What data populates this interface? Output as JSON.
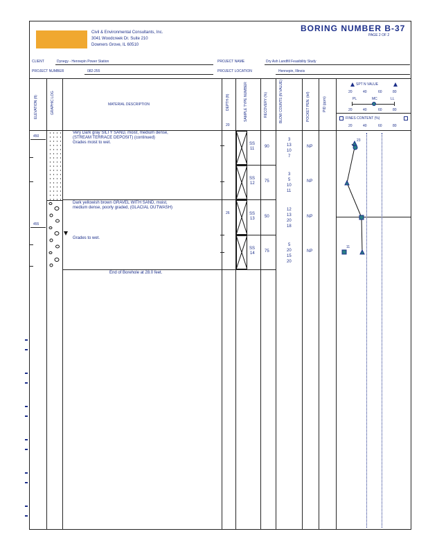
{
  "company": {
    "name_line": "Civil  &  Environmental  Consultants,  Inc.",
    "address_line1": "3041  Woodcreek  Dr.  Suite  210",
    "address_line2": "Downers  Grove,  IL  60510"
  },
  "title": "BORING   NUMBER   B-37",
  "page": "PAGE   2   OF   2",
  "client_label": "CLIENT",
  "client_value": "Dynegy  -  Hennepin  Power  Station",
  "project_number_label": "PROJECT   NUMBER",
  "project_number_value": "082-255",
  "project_name_label": "PROJECT   NAME",
  "project_name_value": "Dry  Ash  Landfill  Feasibility  Study",
  "project_location_label": "PROJECT   LOCATION",
  "project_location_value": "Hennepin,  Illinois",
  "columns": {
    "elevation": "ELEVATION (ft)",
    "graphic_log": "GRAPHIC LOG",
    "material": "MATERIAL   DESCRIPTION",
    "depth": "DEPTH (ft)",
    "sample": "SAMPLE TYPE NUMBER",
    "recovery": "RECOVERY (%)",
    "blow": "BLOW COUNTS (N VALUE)",
    "pocket": "POCKET PEN. (tsf)",
    "pid": "PID (ppm)"
  },
  "legend": {
    "spt": "SPT  N  VALUE",
    "spt_ticks": [
      "20",
      "40",
      "60",
      "80"
    ],
    "pl": "PL",
    "mc": "MC",
    "ll": "LL",
    "atterberg_ticks": [
      "20",
      "40",
      "60",
      "80"
    ],
    "fines": "FINES  CONTENT  (%)",
    "fines_ticks": [
      "20",
      "40",
      "60",
      "80"
    ]
  },
  "depth_start": "20",
  "elevations": [
    "450",
    "455"
  ],
  "depth_marker": "26",
  "descriptions": [
    "Very  Dark  gray  SILTY  SAND,  moist,  medium  dense,",
    "(STREAM  TERRACE  DEPOSIT)  (continued)",
    "Grades  moist  to  wet.",
    "Dark  yellowish  brown  GRAVEL  WITH  SAND,  moist,",
    "medium  dense,  poorly  graded,  (GLACIAL  OUTWASH)",
    "Grades  to  wet.",
    "End  of  Borehole  at  28.0  feet."
  ],
  "samples": [
    {
      "type": "SS",
      "number": "11",
      "recovery": "90",
      "blows": [
        "3",
        "13",
        "10",
        "7"
      ],
      "pid": "NP"
    },
    {
      "type": "SS",
      "number": "12",
      "recovery": "75",
      "blows": [
        "3",
        "5",
        "10",
        "11"
      ],
      "pid": "NP"
    },
    {
      "type": "SS",
      "number": "13",
      "recovery": "50",
      "blows": [
        "12",
        "13",
        "20",
        "18"
      ],
      "pid": "NP"
    },
    {
      "type": "SS",
      "number": "14",
      "recovery": "75",
      "blows": [
        "5",
        "20",
        "15",
        "20"
      ],
      "pid": "NP"
    }
  ],
  "annotations": {
    "spt_label": "23",
    "fines_label": "11"
  },
  "colors": {
    "ink": "#1c2f8a",
    "logo": "#f0a830",
    "marker": "#2a7f86"
  }
}
